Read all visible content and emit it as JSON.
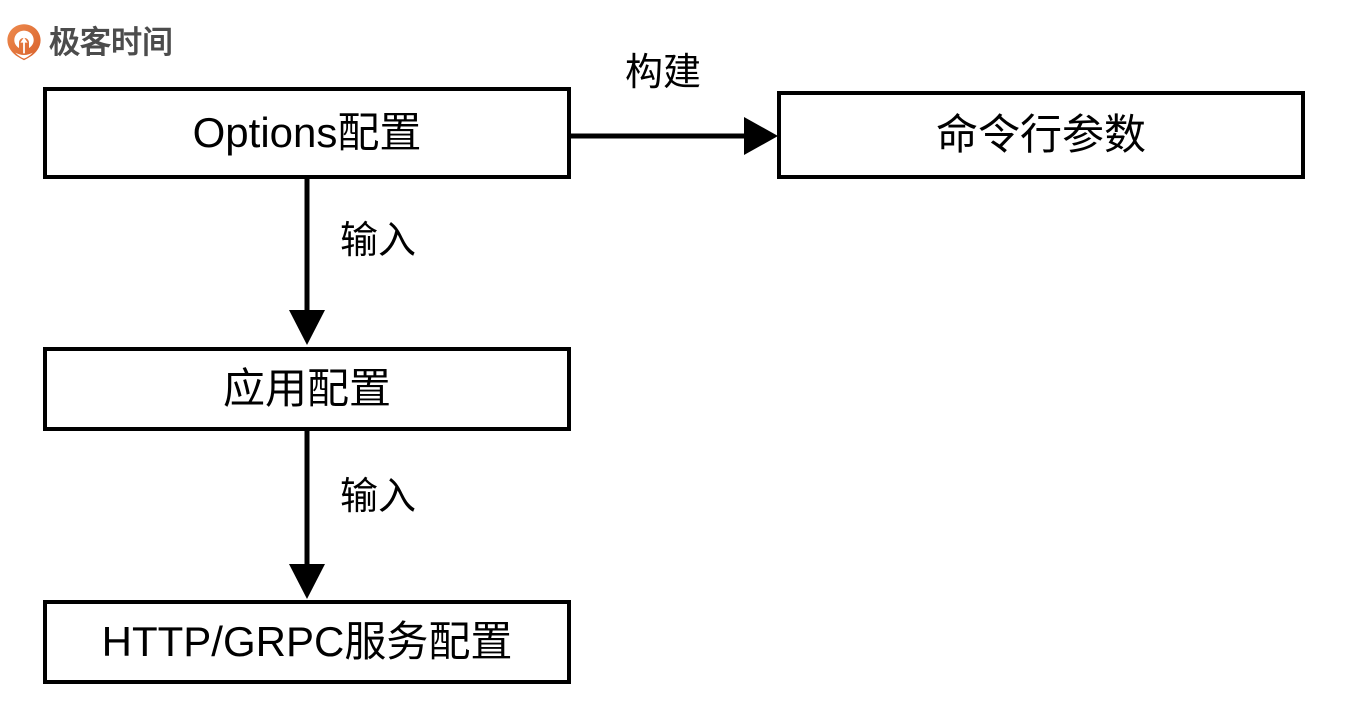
{
  "brand": {
    "name": "极客时间",
    "logo_icon": "geek-time-logo-icon",
    "logo_color": "#E2703A",
    "text_color": "#4C4C4C"
  },
  "diagram": {
    "type": "flowchart",
    "background": "#FFFFFF",
    "stroke_color": "#000000",
    "nodes": [
      {
        "id": "options",
        "label": "Options配置",
        "shape": "rectangle"
      },
      {
        "id": "cmdline_args",
        "label": "命令行参数",
        "shape": "rectangle"
      },
      {
        "id": "app_config",
        "label": "应用配置",
        "shape": "rectangle"
      },
      {
        "id": "http_grpc",
        "label": "HTTP/GRPC服务配置",
        "shape": "rectangle"
      }
    ],
    "edges": [
      {
        "from": "options",
        "to": "cmdline_args",
        "label": "构建",
        "direction": "right"
      },
      {
        "from": "options",
        "to": "app_config",
        "label": "输入",
        "direction": "down"
      },
      {
        "from": "app_config",
        "to": "http_grpc",
        "label": "输入",
        "direction": "down"
      }
    ]
  }
}
